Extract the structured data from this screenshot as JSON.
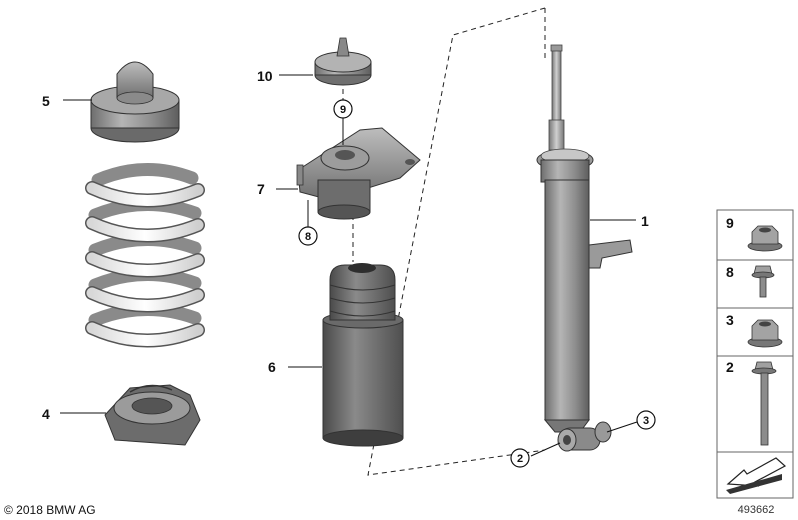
{
  "callouts": {
    "c1": "1",
    "c2": "2",
    "c3": "3",
    "c4": "4",
    "c5": "5",
    "c6": "6",
    "c7": "7",
    "c8": "8",
    "c9": "9",
    "c10": "10"
  },
  "legend": {
    "items": [
      "9",
      "8",
      "3",
      "2"
    ]
  },
  "footer": {
    "copyright": "© 2018 BMW AG",
    "diagram_number": "493662"
  },
  "colors": {
    "part_gray": "#8a8a8a",
    "part_dark": "#555555",
    "spring_white": "#f2f2f2",
    "frame": "#666666"
  }
}
